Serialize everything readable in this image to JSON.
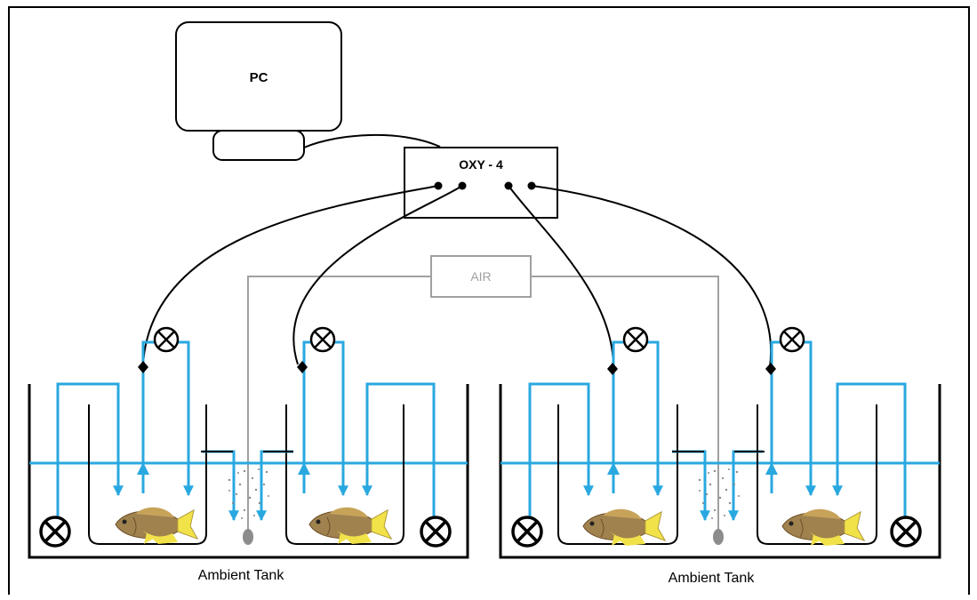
{
  "pc": {
    "label": "PC"
  },
  "meter": {
    "label": "OXY - 4"
  },
  "air": {
    "label": "AIR"
  },
  "tanks": [
    {
      "label": "Ambient Tank"
    },
    {
      "label": "Ambient Tank"
    }
  ],
  "colors": {
    "water": "#29a8e0",
    "outline": "#000000",
    "air_line": "#a0a0a0",
    "air_stone": "#8c8c8c",
    "fish_body": "#a0824f",
    "fish_fin": "#f2e24a"
  },
  "icons": [
    "pump-icon",
    "valve-icon",
    "fish-icon",
    "air-stone-icon",
    "oxygen-probe-icon"
  ]
}
